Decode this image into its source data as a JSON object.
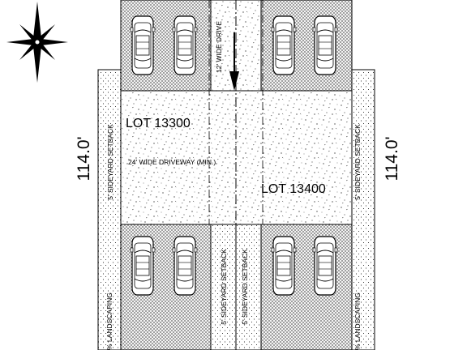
{
  "plan": {
    "dimensions": {
      "left": "114.0'",
      "right": "114.0'"
    },
    "lots": {
      "left": "LOT 13300",
      "right": "LOT 13400"
    },
    "labels": {
      "driveway": "24' WIDE DRIVEWAY (MIN.)",
      "center_drive": "12' WIDE DRIVE",
      "setback": "5' SIDEYARD SETBACK",
      "landscaping_left": "% LANDSCAPING",
      "landscaping_right": "% LANDSCAPING"
    },
    "parking": {
      "spaces_per_pad": 2,
      "pads": [
        "top-left",
        "top-right",
        "bottom-left",
        "bottom-right"
      ]
    },
    "north_arrow": "compass-rose-icon",
    "flow_arrow": "down-arrow-icon",
    "colors": {
      "ink": "#000000",
      "paper": "#ffffff",
      "hatch": "#555555"
    }
  }
}
